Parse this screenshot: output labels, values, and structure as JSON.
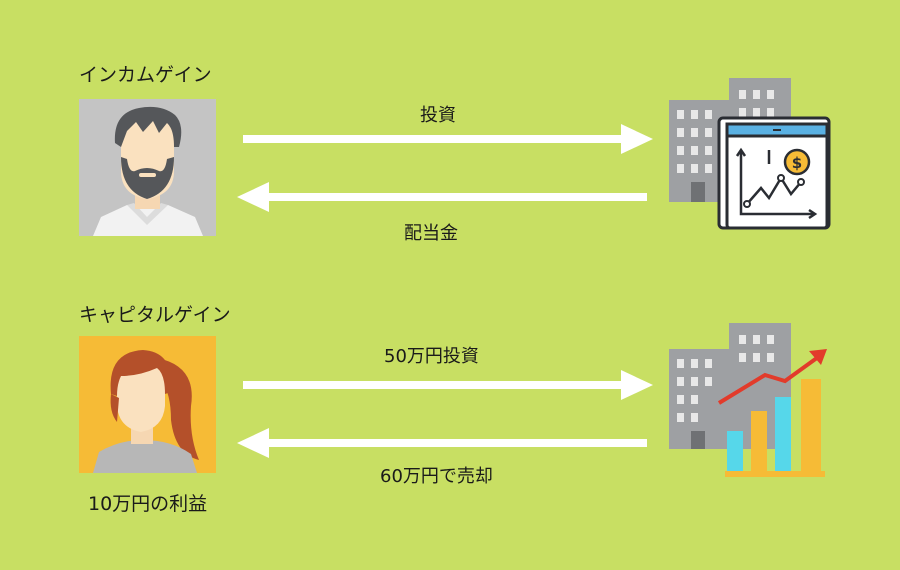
{
  "income": {
    "title": "インカムゲイン",
    "forward_label": "投資",
    "backward_label": "配当金"
  },
  "capital": {
    "title": "キャピタルゲイン",
    "forward_label": "50万円投資",
    "backward_label": "60万円で売却",
    "profit_label": "10万円の利益"
  },
  "colors": {
    "background": "#c8df63",
    "arrow": "#ffffff",
    "avatar_bg_gray": "#c4c4c4",
    "avatar_bg_orange": "#f6bb36",
    "building": "#9ea0a3",
    "chart_bar_cyan": "#56d7ea",
    "chart_bar_yellow": "#f6bb36",
    "trend_arrow": "#e23b2b"
  }
}
